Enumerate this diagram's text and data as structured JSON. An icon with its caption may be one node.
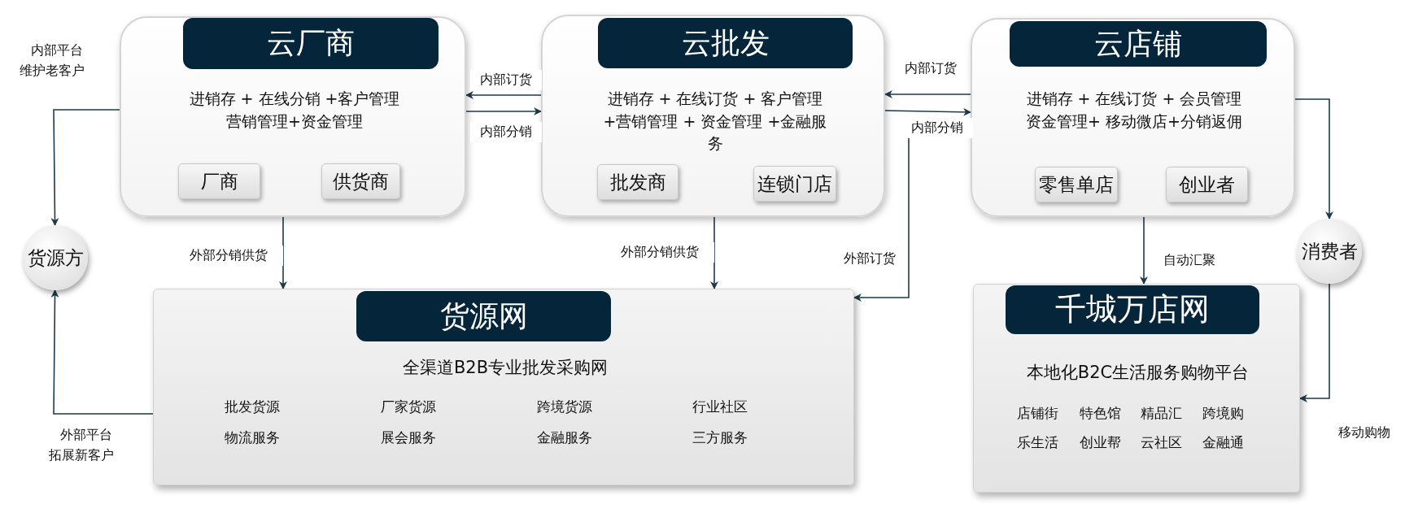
{
  "diagram": {
    "nodes": [
      {
        "text": [
          "云厂商",
          "进销存 + 在线分销 +客户管理营销管理+资金管理"
        ]
      },
      {
        "text": [
          "厂商"
        ],
        "in": 0
      },
      {
        "text": [
          "供货商"
        ],
        "in": 0
      },
      {
        "text": [
          "云批发",
          "进销存 + 在线订货 + 客户管理+营销管理 + 资金管理 +金融服务"
        ]
      },
      {
        "text": [
          "批发商"
        ],
        "in": 3
      },
      {
        "text": [
          "连锁门店"
        ],
        "in": 3
      },
      {
        "text": [
          "云店铺",
          "进销存 + 在线订货 + 会员管理资金管理+ 移动微店+分销返佣"
        ]
      },
      {
        "text": [
          "零售单店"
        ],
        "in": 6
      },
      {
        "text": [
          "创业者"
        ],
        "in": 6
      },
      {
        "text": [
          "货源方"
        ]
      },
      {
        "text": [
          "货源网",
          "全渠道B2B专业批发采购网",
          "批发货源",
          "厂家货源",
          "跨境货源",
          "行业社区",
          "物流服务",
          "展会服务",
          "金融服务",
          "三方服务"
        ]
      },
      {
        "text": [
          "千城万店网",
          "本地化B2C生活服务购物平台",
          "店铺街",
          "特色馆",
          "精品汇",
          "跨境购",
          "乐生活",
          "创业帮",
          "云社区",
          "金融通"
        ]
      },
      {
        "text": [
          "消费者"
        ]
      }
    ],
    "edges": [
      {
        "from": 0,
        "to": 9,
        "arrow": "to",
        "label": "内部平台维护老客户"
      },
      {
        "from": 10,
        "to": 9,
        "arrow": "to",
        "label": "外部平台拓展新客户"
      },
      {
        "from": 3,
        "to": 0,
        "arrow": "to",
        "label": "内部订货"
      },
      {
        "from": 0,
        "to": 3,
        "arrow": "to",
        "label": "内部分销"
      },
      {
        "from": 6,
        "to": 3,
        "arrow": "to",
        "label": "内部订货"
      },
      {
        "from": 3,
        "to": 6,
        "arrow": "to",
        "label": "内部分销"
      },
      {
        "from": 0,
        "to": 10,
        "arrow": "to",
        "label": "外部分销供货"
      },
      {
        "from": 3,
        "to": 10,
        "arrow": "to",
        "label": "外部分销供货"
      },
      {
        "from": 6,
        "to": 10,
        "arrow": "to",
        "label": "外部订货"
      },
      {
        "from": 6,
        "to": 11,
        "arrow": "to",
        "label": "自动汇聚"
      },
      {
        "from": 6,
        "to": 12,
        "arrow": "to"
      },
      {
        "from": 12,
        "to": 11,
        "arrow": "to",
        "label": "移动购物"
      }
    ]
  }
}
